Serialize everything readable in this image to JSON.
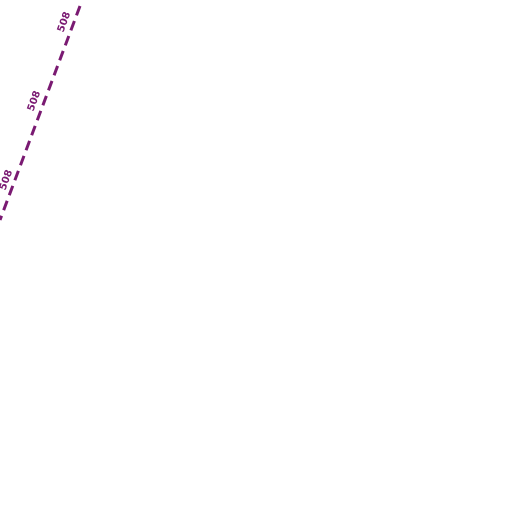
{
  "map": {
    "background_color": "#ffffff",
    "route": {
      "color": "#7a1a72",
      "line_style": "dashed",
      "labels": [
        "508",
        "508",
        "508"
      ]
    }
  }
}
